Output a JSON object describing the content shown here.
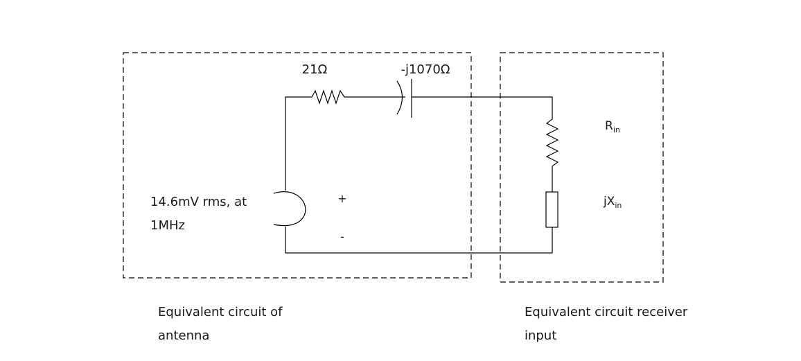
{
  "antenna": {
    "resistor_label": "21Ω",
    "capacitor_label": "-j1070Ω",
    "source_label_line1": "14.6mV rms, at",
    "source_label_line2": "1MHz",
    "plus_sign": "+",
    "minus_sign": "-",
    "caption_line1": "Equivalent circuit of",
    "caption_line2": "antenna"
  },
  "receiver": {
    "rin_main": "R",
    "rin_sub": "in",
    "xin_main": "jX",
    "xin_sub": "in",
    "caption_line1": "Equivalent circuit receiver",
    "caption_line2": "input"
  }
}
